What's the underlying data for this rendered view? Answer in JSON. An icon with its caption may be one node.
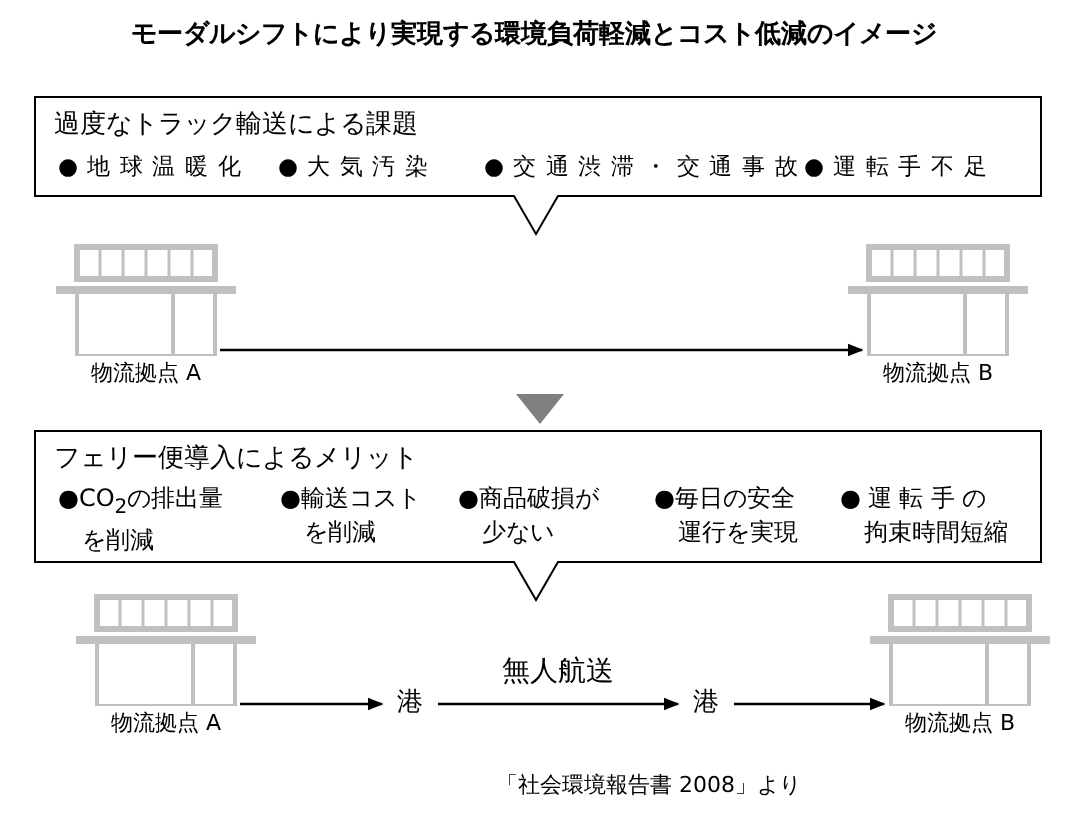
{
  "diagram": {
    "title": "モーダルシフトにより実現する環境負荷軽減とコスト低減のイメージ",
    "nodes": [
      {
        "text": [
          "過度なトラック輸送による課題",
          "●地球温暖化",
          "●大気汚染",
          "●交通渋滞・交通事故",
          "●運転手不足"
        ]
      },
      {
        "text": [
          "物流拠点 A"
        ]
      },
      {
        "text": [
          "物流拠点 B"
        ]
      },
      {
        "text": [
          "フェリー便導入によるメリット",
          "●CO$_{2}$の排出量を削減",
          "●輸送コストを削減",
          "●商品破損が少ない",
          "●毎日の安全運行を実現",
          "●運転手の拘束時間短縮"
        ]
      },
      {
        "text": [
          "物流拠点 A"
        ]
      },
      {
        "text": [
          "港"
        ]
      },
      {
        "text": [
          "港"
        ]
      },
      {
        "text": [
          "物流拠点 B"
        ]
      }
    ],
    "edges": [
      {
        "from": 1,
        "to": 2,
        "arrow": "to"
      },
      {
        "from": 4,
        "to": 5,
        "arrow": "to"
      },
      {
        "from": 5,
        "to": 6,
        "arrow": "to",
        "label": "無人航送"
      },
      {
        "from": 6,
        "to": 7,
        "arrow": "to"
      }
    ],
    "caption": "「社会環境報告書 2008」より"
  }
}
